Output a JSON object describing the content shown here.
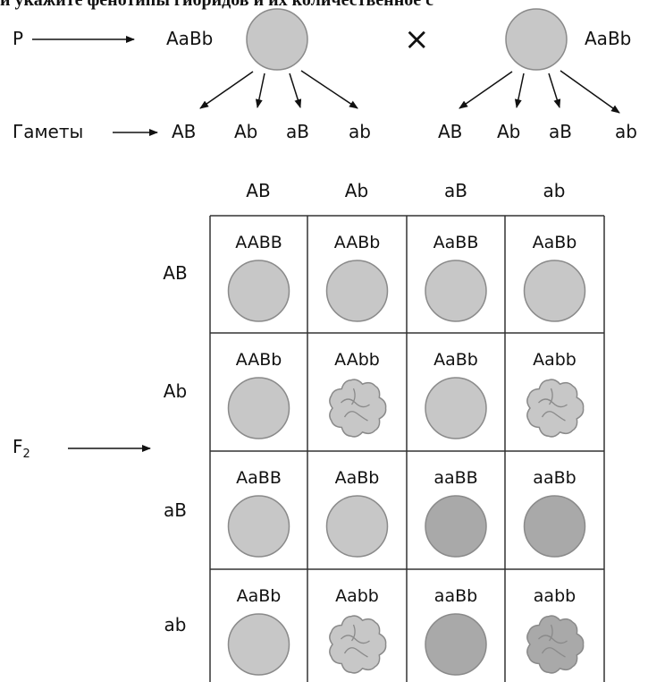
{
  "header_text": "и укажите фенотипы гибридов и их количественное с",
  "parents": {
    "label": "P",
    "left_genotype": "AaBb",
    "cross_symbol": "×",
    "right_genotype": "AaBb"
  },
  "gametes": {
    "label": "Гаметы",
    "left": [
      "AB",
      "Ab",
      "aB",
      "ab"
    ],
    "right": [
      "AB",
      "Ab",
      "aB",
      "ab"
    ]
  },
  "grid": {
    "column_headers": [
      "AB",
      "Ab",
      "aB",
      "ab"
    ],
    "row_headers": [
      "AB",
      "Ab",
      "aB",
      "ab"
    ],
    "cells": [
      [
        {
          "genotype": "AABB",
          "shape": "round-light"
        },
        {
          "genotype": "AABb",
          "shape": "round-light"
        },
        {
          "genotype": "AaBB",
          "shape": "round-light"
        },
        {
          "genotype": "AaBb",
          "shape": "round-light"
        }
      ],
      [
        {
          "genotype": "AABb",
          "shape": "round-light"
        },
        {
          "genotype": "AAbb",
          "shape": "wrinkled-light"
        },
        {
          "genotype": "AaBb",
          "shape": "round-light"
        },
        {
          "genotype": "Aabb",
          "shape": "wrinkled-light"
        }
      ],
      [
        {
          "genotype": "AaBB",
          "shape": "round-light"
        },
        {
          "genotype": "AaBb",
          "shape": "round-light"
        },
        {
          "genotype": "aaBB",
          "shape": "round-dark"
        },
        {
          "genotype": "aaBb",
          "shape": "round-dark"
        }
      ],
      [
        {
          "genotype": "AaBb",
          "shape": "round-light"
        },
        {
          "genotype": "Aabb",
          "shape": "wrinkled-light"
        },
        {
          "genotype": "aaBb",
          "shape": "round-dark"
        },
        {
          "genotype": "aabb",
          "shape": "wrinkled-dark"
        }
      ]
    ]
  },
  "f2_label": "F",
  "f2_subscript": "2",
  "colors": {
    "light_seed": "#c7c7c7",
    "dark_seed": "#a9a9a9",
    "seed_stroke": "#8a8a8a",
    "grid_line": "#333333"
  }
}
